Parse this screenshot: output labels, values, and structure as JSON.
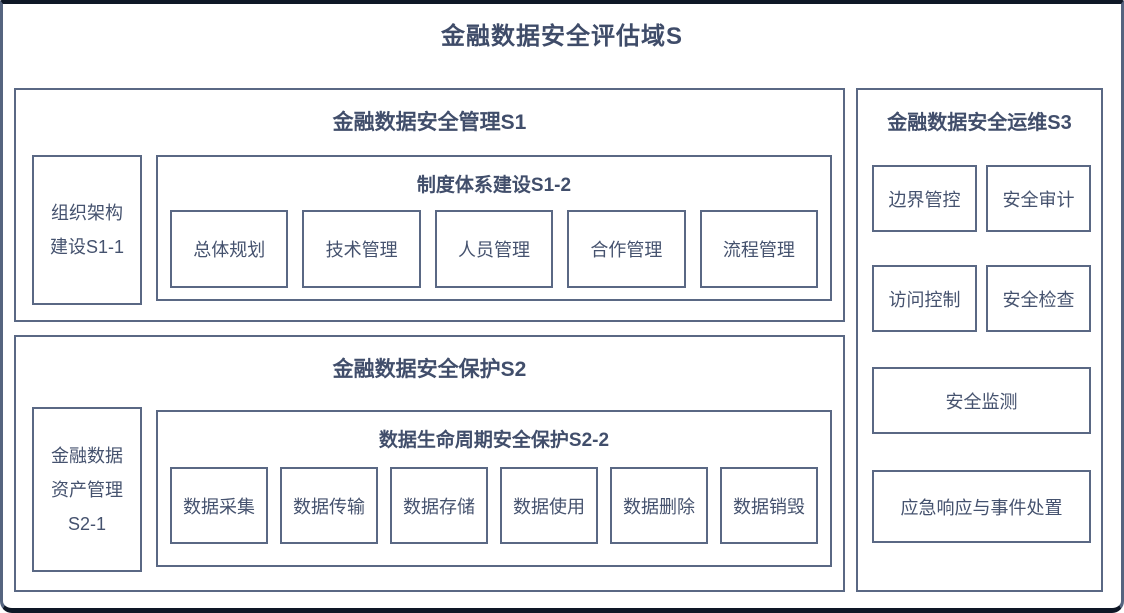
{
  "diagram_title": "金融数据安全评估域S",
  "colors": {
    "border": "#5a6884",
    "text": "#414e6b",
    "frame_edge": "#0e1726"
  },
  "s1": {
    "title": "金融数据安全管理S1",
    "s1_1": {
      "lines": [
        "组织架构",
        "建设S1-1"
      ]
    },
    "s1_2": {
      "title": "制度体系建设S1-2",
      "items": [
        "总体规划",
        "技术管理",
        "人员管理",
        "合作管理",
        "流程管理"
      ]
    }
  },
  "s2": {
    "title": "金融数据安全保护S2",
    "s2_1": {
      "lines": [
        "金融数据",
        "资产管理",
        "S2-1"
      ]
    },
    "s2_2": {
      "title": "数据生命周期安全保护S2-2",
      "items": [
        "数据采集",
        "数据传输",
        "数据存储",
        "数据使用",
        "数据删除",
        "数据销毁"
      ]
    }
  },
  "s3": {
    "title": "金融数据安全运维S3",
    "grid": [
      "边界管控",
      "安全审计",
      "访问控制",
      "安全检查"
    ],
    "wide": [
      "安全监测",
      "应急响应与事件处置"
    ]
  }
}
